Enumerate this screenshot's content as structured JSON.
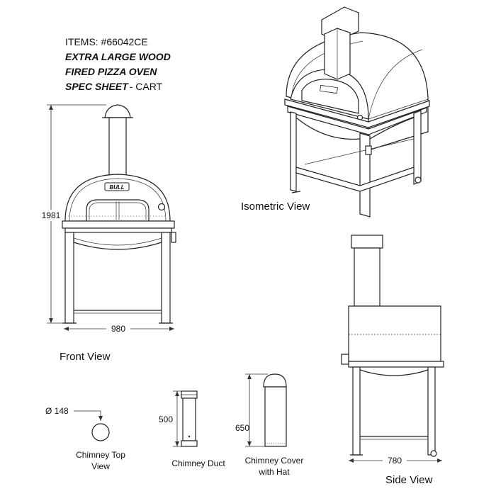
{
  "header": {
    "items_line": "ITEMS: #66042CE",
    "line1": "EXTRA LARGE WOOD",
    "line2": "FIRED PIZZA OVEN",
    "line3_bold": "SPEC SHEET",
    "line3_rest": "- CART"
  },
  "views": {
    "front": "Front View",
    "isometric": "Isometric  View",
    "side": "Side View",
    "chimney_top_1": "Chimney Top",
    "chimney_top_2": "View",
    "chimney_duct": "Chimney Duct",
    "chimney_cover_1": "Chimney Cover",
    "chimney_cover_2": "with Hat"
  },
  "dimensions": {
    "height": "1981",
    "front_width": "980",
    "side_width": "780",
    "chimney_dia": "Ø 148",
    "duct_length": "500",
    "cover_height": "650"
  },
  "brand": {
    "logo_text": "BULL"
  }
}
